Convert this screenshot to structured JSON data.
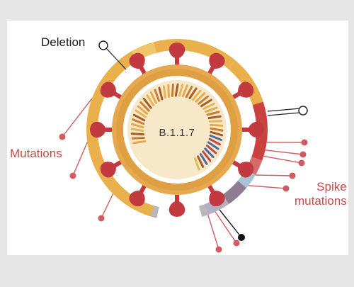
{
  "labels": {
    "deletion": "Deletion",
    "mutations": "Mutations",
    "spike_line1": "Spike",
    "spike_line2": "mutations",
    "variant": "B.1.1.7"
  },
  "colors": {
    "background": "#e6e6e6",
    "panel": "#ffffff",
    "ring_yellow": "#eab04c",
    "ring_yellow_light": "#f2c56a",
    "ring_red": "#c9423f",
    "ring_blue": "#a8c4d8",
    "ring_purple": "#8e7c93",
    "ring_gray": "#b8b8b8",
    "virus_red": "#c23a3f",
    "virus_body": "#e0a64a",
    "virus_inner": "#f6e7c3",
    "mutation_text": "#c44a4a",
    "marker_red": "#d05c62",
    "marker_dark": "#111111"
  }
}
